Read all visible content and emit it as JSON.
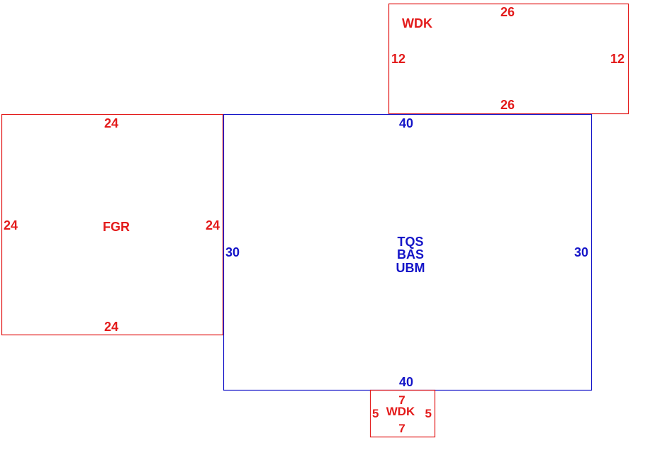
{
  "colors": {
    "deck": "#e31b1b",
    "garage": "#e31b1b",
    "main": "#1515c8"
  },
  "deck_top": {
    "code": "WDK",
    "dim_top": "26",
    "dim_bottom": "26",
    "dim_left": "12",
    "dim_right": "12"
  },
  "garage": {
    "code": "FGR",
    "dim_top": "24",
    "dim_bottom": "24",
    "dim_left": "24",
    "dim_right": "24"
  },
  "main": {
    "code_1": "TQS",
    "code_2": "BAS",
    "code_3": "UBM",
    "dim_top": "40",
    "dim_bottom": "40",
    "dim_left": "30",
    "dim_right": "30"
  },
  "deck_bottom": {
    "code": "WDK",
    "dim_top": "7",
    "dim_bottom": "7",
    "dim_left": "5",
    "dim_right": "5"
  }
}
